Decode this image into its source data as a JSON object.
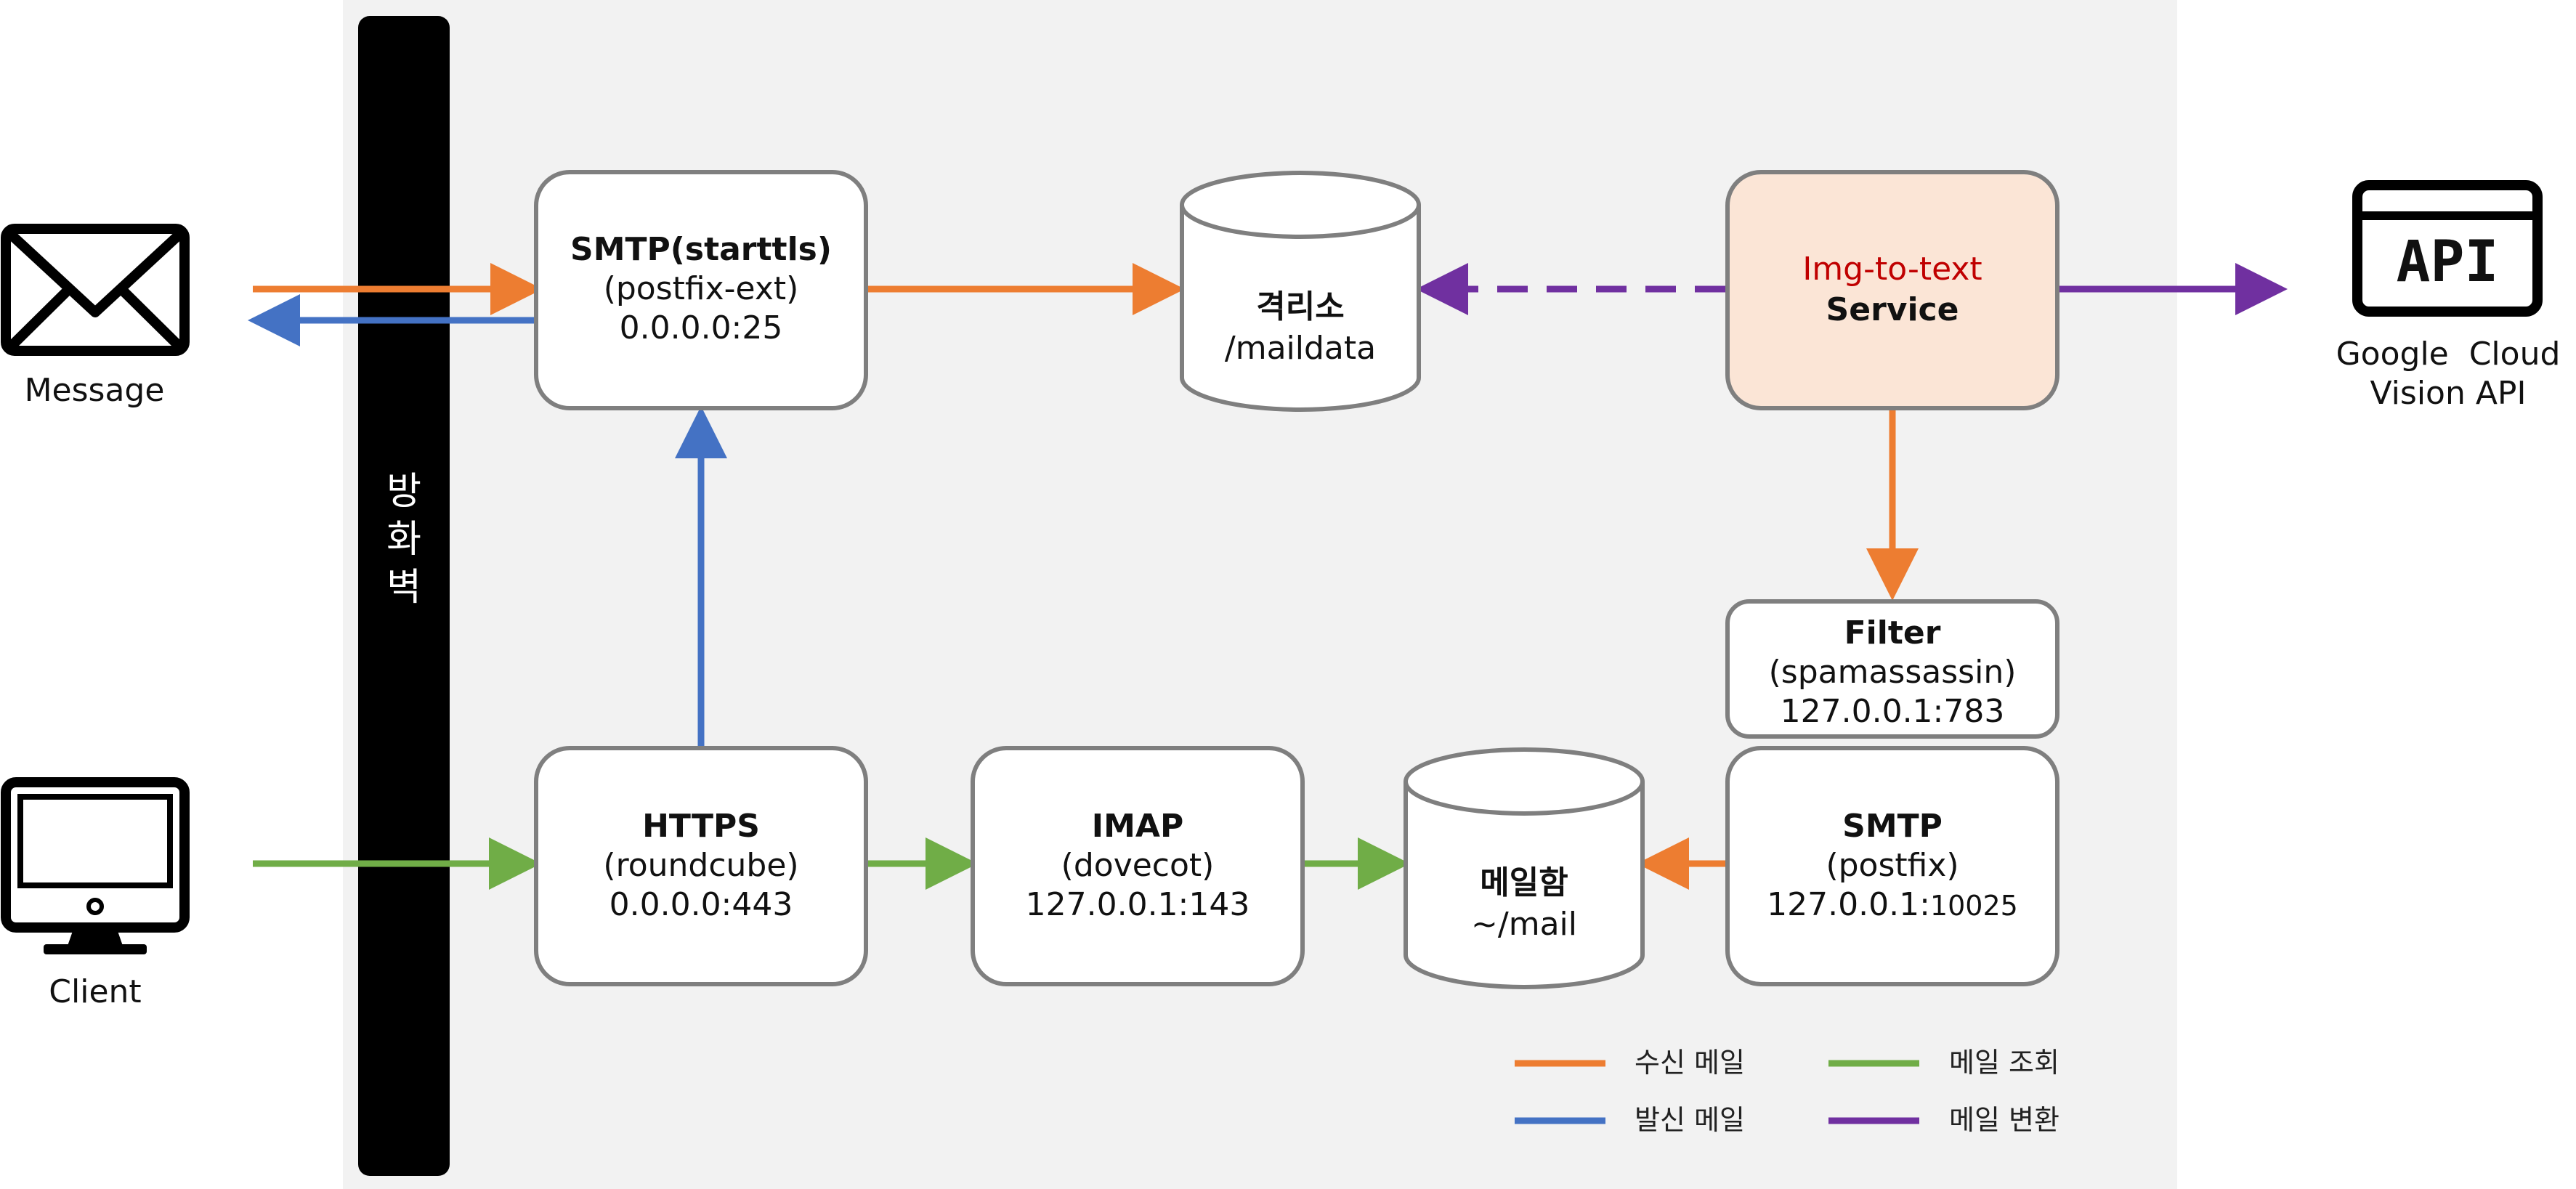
{
  "colors": {
    "incoming": "#ED7D31",
    "outgoing": "#4472C4",
    "view": "#70AD47",
    "convert": "#7030A0",
    "box_border": "#7f7f7f",
    "service_fill": "#FBE5D6",
    "service_title": "#C00000",
    "panel": "#F2F2F2",
    "firewall": "#000000"
  },
  "firewall": {
    "label": "방화벽"
  },
  "nodes": {
    "message": {
      "label": "Message",
      "icon": "envelope-icon"
    },
    "client": {
      "label": "Client",
      "icon": "monitor-icon"
    },
    "google": {
      "line1": "Google  Cloud",
      "line2": "Vision API",
      "icon_text": "API",
      "icon": "api-icon"
    },
    "smtp_ext": {
      "title": "SMTP(starttls)",
      "line2": "(postfix-ext)",
      "line3": "0.0.0.0:25"
    },
    "quarantine": {
      "title": "격리소",
      "line2": "/maildata"
    },
    "service": {
      "title": "Img-to-text",
      "line2": "Service"
    },
    "filter": {
      "title": "Filter",
      "line2": "(spamassassin)",
      "line3": "127.0.0.1:783"
    },
    "https": {
      "title": "HTTPS",
      "line2": "(roundcube)",
      "line3": "0.0.0.0:443"
    },
    "imap": {
      "title": "IMAP",
      "line2": "(dovecot)",
      "line3": "127.0.0.1:143"
    },
    "mailbox": {
      "title": "메일함",
      "line2": "~/mail"
    },
    "smtp": {
      "title": "SMTP",
      "line2": "(postfix)",
      "line3a": "127.0.0.1:",
      "line3b": "10025"
    }
  },
  "legend": {
    "incoming": "수신 메일",
    "outgoing": "발신 메일",
    "view": "메일 조회",
    "convert": "메일 변환"
  }
}
